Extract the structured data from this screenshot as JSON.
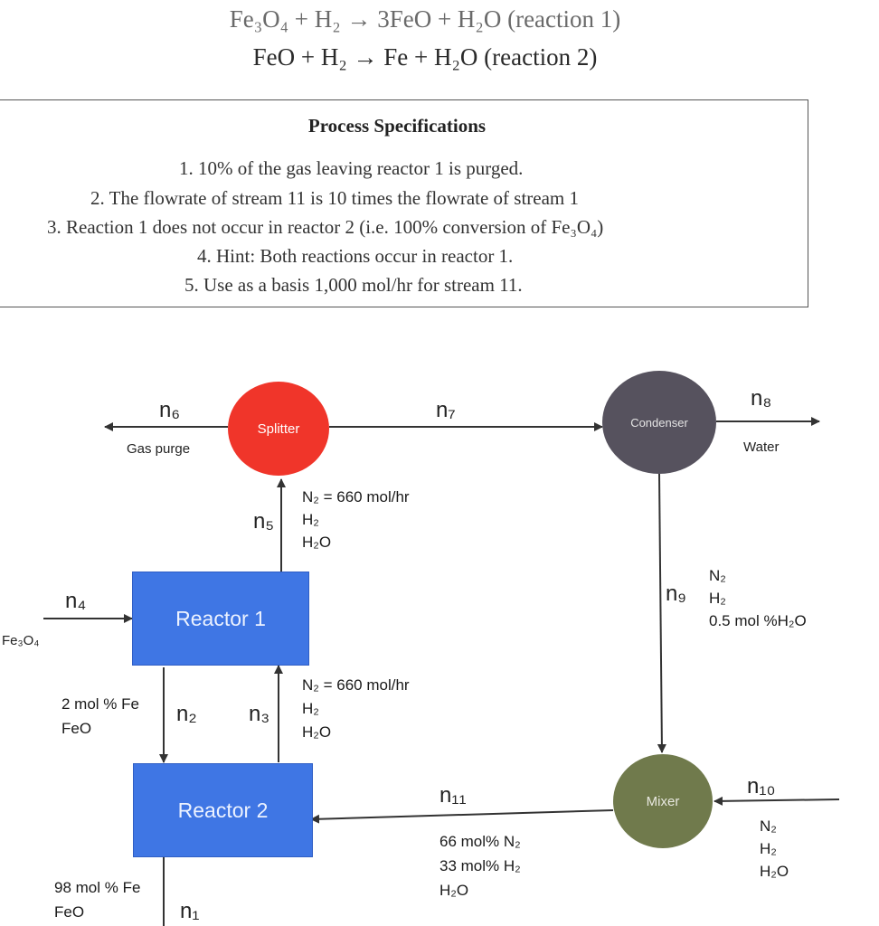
{
  "reactions": {
    "r1": "Fe₃O₄ + H₂ → 3FeO + H₂O (reaction 1)",
    "r2": "FeO + H₂ → Fe + H₂O (reaction 2)"
  },
  "specs": {
    "title": "Process Specifications",
    "items": [
      "1.  10% of the gas leaving reactor 1 is purged.",
      "2.  The flowrate of stream 11 is 10 times the flowrate of stream 1",
      "3.  Reaction 1 does not occur in reactor 2 (i.e. 100% conversion of Fe₃O₄)",
      "4.  Hint: Both reactions occur in reactor 1.",
      "5.  Use as a basis 1,000 mol/hr for stream 11."
    ]
  },
  "units": {
    "splitter": "Splitter",
    "condenser": "Condenser",
    "reactor1": "Reactor 1",
    "reactor2": "Reactor 2",
    "mixer": "Mixer"
  },
  "streams": {
    "n1": "n₁",
    "n2": "n₂",
    "n3": "n₃",
    "n4": "n₄",
    "n5": "n₅",
    "n6": "n₆",
    "n7": "n₇",
    "n8": "n₈",
    "n9": "n₉",
    "n10": "n₁₀",
    "n11": "n₁₁"
  },
  "labels": {
    "gas_purge": "Gas purge",
    "water": "Water",
    "fe3o4": "Fe₃O₄",
    "s5": [
      "N₂ = 660 mol/hr",
      "H₂",
      "H₂O"
    ],
    "s3": [
      "N₂ = 660 mol/hr",
      "H₂",
      "H₂O"
    ],
    "s9": [
      "N₂",
      "H₂",
      "0.5 mol %H₂O"
    ],
    "s2": [
      "2 mol % Fe",
      "FeO"
    ],
    "s1": [
      "98 mol % Fe",
      "FeO"
    ],
    "s11": [
      "66 mol% N₂",
      "33 mol% H₂",
      "H₂O"
    ],
    "s10": [
      "N₂",
      "H₂",
      "H₂O"
    ]
  },
  "colors": {
    "splitter": "#f0352a",
    "condenser": "#56525e",
    "mixer": "#707a4c",
    "reactor": "#3f76e4"
  }
}
